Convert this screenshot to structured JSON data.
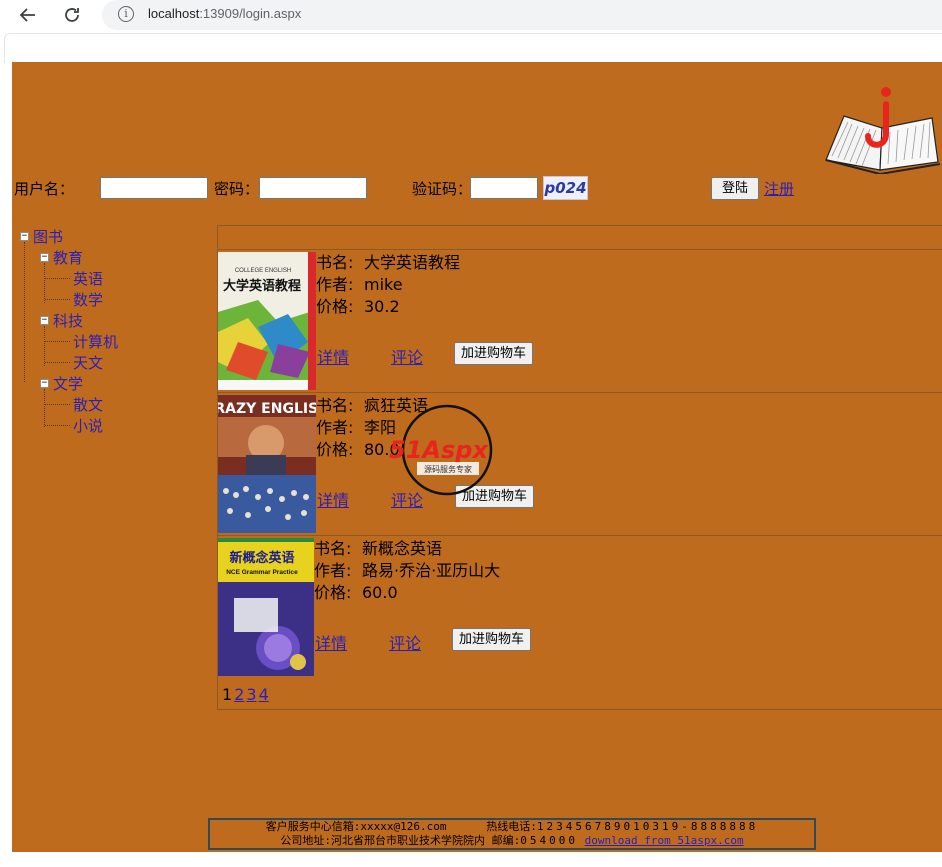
{
  "browser": {
    "url_host": "localhost",
    "url_rest": ":13909/login.aspx"
  },
  "login": {
    "username_label": "用户名：",
    "password_label": "密码：",
    "captcha_label": "验证码：",
    "captcha_text": "p024",
    "login_button": "登陆",
    "register_link": "注册"
  },
  "tree": {
    "root": "图书",
    "groups": [
      {
        "label": "教育",
        "children": [
          "英语",
          "数学"
        ]
      },
      {
        "label": "科技",
        "children": [
          "计算机",
          "天文"
        ]
      },
      {
        "label": "文学",
        "children": [
          "散文",
          "小说"
        ]
      }
    ]
  },
  "books": {
    "name_label": "书名:",
    "author_label": "作者:",
    "price_label": "价格:",
    "detail_link": "详情",
    "comment_link": "评论",
    "cart_button": "加进购物车",
    "items": [
      {
        "name": "大学英语教程",
        "author": "mike",
        "price": "30.2",
        "cover_title": "大学英语教程",
        "cover_sub": "COLLEGE ENGLISH"
      },
      {
        "name": "疯狂英语",
        "author": "李阳",
        "price": "80.0",
        "cover_title": "CRAZY ENGLISH"
      },
      {
        "name": "新概念英语",
        "author": "路易·乔治·亚历山大",
        "price": "60.0",
        "cover_title": "新概念英语",
        "cover_sub": "NCE Grammar Practice"
      }
    ]
  },
  "pager": {
    "current": "1",
    "pages": [
      "2",
      "3",
      "4"
    ]
  },
  "watermark": {
    "brand": "51Aspx",
    "tagline": "源码服务专家"
  },
  "footer": {
    "email_label": "客户服务中心信箱:",
    "email": "xxxxx@126.com",
    "hotline_label": "热线电话:",
    "hotline": "123456789010319-8888888",
    "address_label": "公司地址:",
    "address": "河北省邢台市职业技术学院院内",
    "zip_label": "邮编:",
    "zip": "054000",
    "download_link": "download from 51aspx.com"
  },
  "colors": {
    "page_bg": "#bf6b1e",
    "link": "#2b1fb5"
  }
}
